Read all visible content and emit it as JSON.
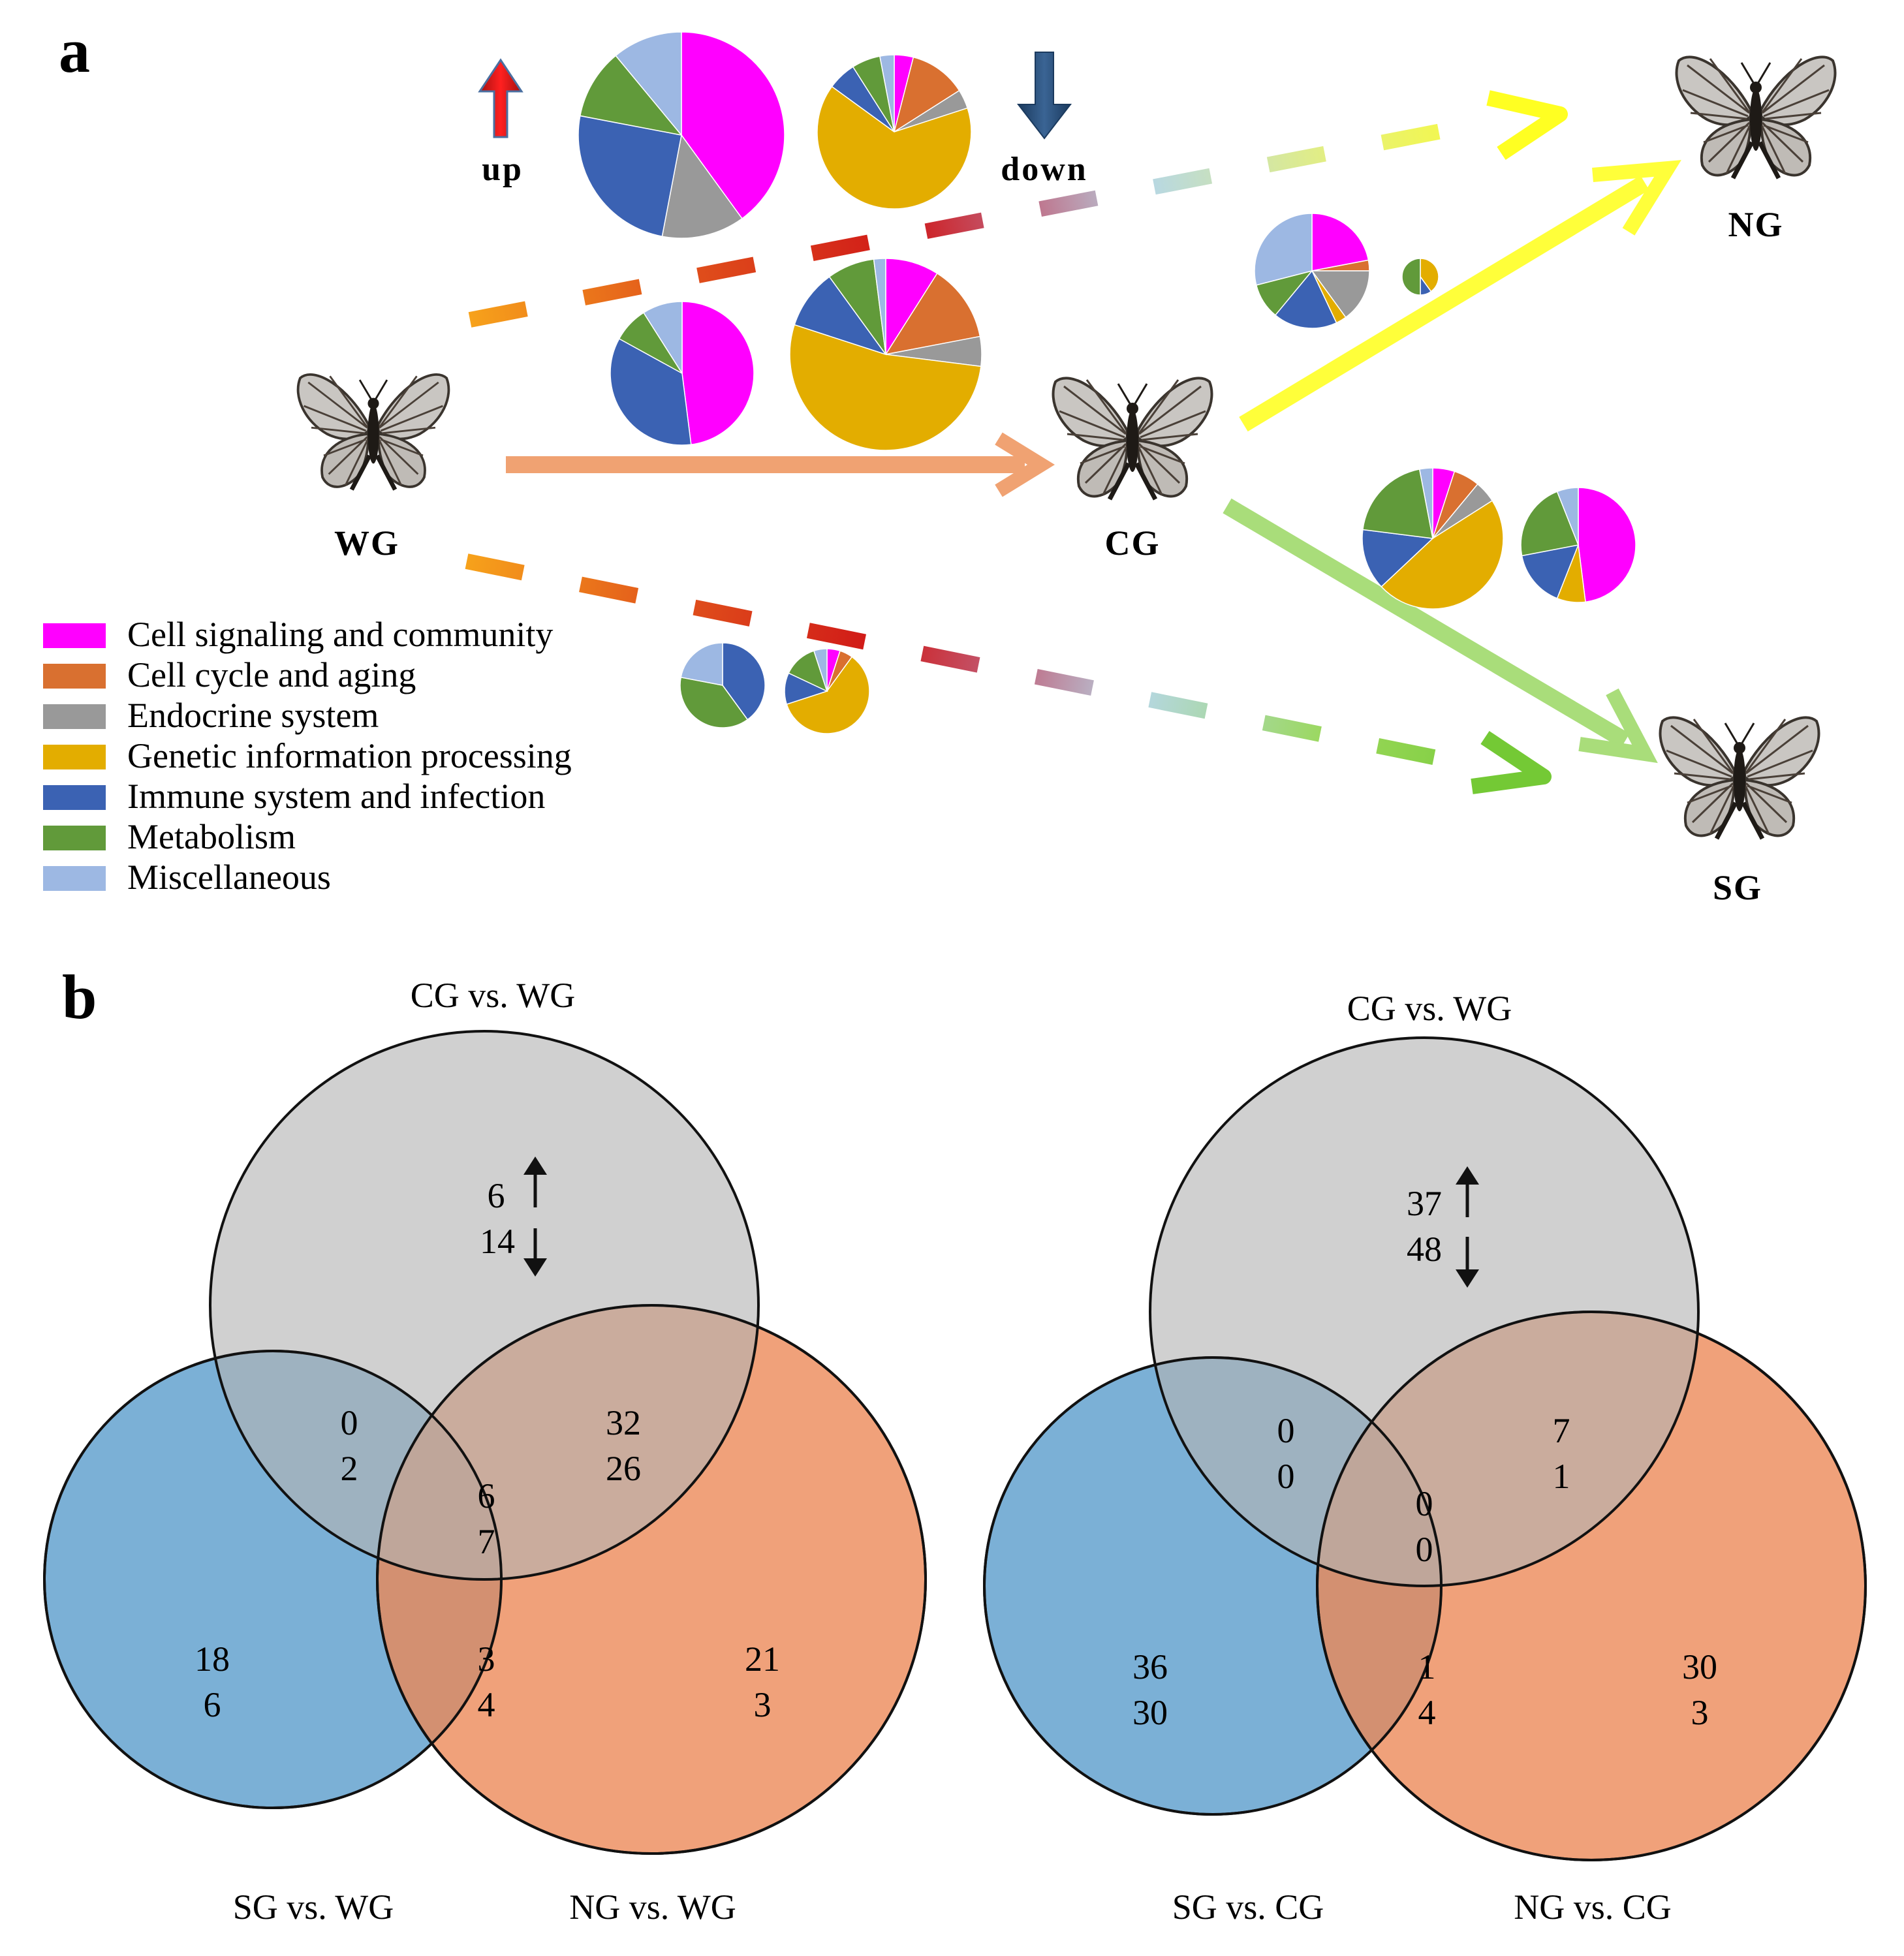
{
  "panel_labels": {
    "a": "a",
    "b": "b"
  },
  "colors": {
    "cell_signaling": "#ff00ff",
    "cell_cycle": "#d97030",
    "endocrine": "#999999",
    "genetic_info": "#e3ad00",
    "immune": "#3b62b3",
    "metabolism": "#619a3a",
    "misc": "#9db8e3",
    "up_arrow": "#e8161b",
    "down_arrow": "#2b4f7c",
    "venn_top": "#b3b3b3",
    "venn_left": "#5a9ccc",
    "venn_right": "#ec8654"
  },
  "groups": {
    "wg": "WG",
    "cg": "CG",
    "ng": "NG",
    "sg": "SG"
  },
  "direction_labels": {
    "up": "up",
    "down": "down"
  },
  "legend": [
    {
      "label": "Cell signaling and community",
      "color": "#ff00ff"
    },
    {
      "label": "Cell cycle and aging",
      "color": "#d97030"
    },
    {
      "label": "Endocrine system",
      "color": "#999999"
    },
    {
      "label": "Genetic information processing",
      "color": "#e3ad00"
    },
    {
      "label": "Immune system and infection",
      "color": "#3b62b3"
    },
    {
      "label": "Metabolism",
      "color": "#619a3a"
    },
    {
      "label": "Miscellaneous",
      "color": "#9db8e3"
    }
  ],
  "pies": [
    {
      "id": "wg-ng-up",
      "fractions": [
        0.4,
        0,
        0.13,
        0,
        0.25,
        0.11,
        0.11
      ]
    },
    {
      "id": "wg-ng-down",
      "fractions": [
        0.04,
        0.12,
        0.04,
        0.65,
        0.06,
        0.06,
        0.03
      ]
    },
    {
      "id": "wg-cg-up",
      "fractions": [
        0.48,
        0,
        0,
        0,
        0.35,
        0.08,
        0.09
      ]
    },
    {
      "id": "wg-cg-down",
      "fractions": [
        0.09,
        0.13,
        0.05,
        0.53,
        0.1,
        0.08,
        0.02
      ]
    },
    {
      "id": "cg-ng-up",
      "fractions": [
        0.22,
        0.03,
        0.15,
        0.03,
        0.18,
        0.1,
        0.29
      ]
    },
    {
      "id": "cg-ng-down",
      "fractions": [
        0,
        0,
        0,
        0.4,
        0.1,
        0.5,
        0
      ]
    },
    {
      "id": "cg-sg-up",
      "fractions": [
        0.05,
        0.06,
        0.05,
        0.47,
        0.14,
        0.2,
        0.03
      ]
    },
    {
      "id": "cg-sg-down",
      "fractions": [
        0.48,
        0,
        0,
        0.08,
        0.16,
        0.22,
        0.06
      ]
    },
    {
      "id": "wg-sg-up",
      "fractions": [
        0,
        0,
        0,
        0,
        0.4,
        0.38,
        0.22
      ]
    },
    {
      "id": "wg-sg-down",
      "fractions": [
        0.05,
        0.05,
        0,
        0.6,
        0.12,
        0.13,
        0.05
      ]
    }
  ],
  "venn_left": {
    "titles": {
      "top": "CG vs. WG",
      "left": "SG vs. WG",
      "right": "NG vs. WG"
    },
    "regions": {
      "top_only": {
        "up": "6",
        "down": "14"
      },
      "top_left": {
        "up": "0",
        "down": "2"
      },
      "top_right": {
        "up": "32",
        "down": "26"
      },
      "center": {
        "up": "6",
        "down": "7"
      },
      "left_only": {
        "up": "18",
        "down": "6"
      },
      "left_right": {
        "up": "3",
        "down": "4"
      },
      "right_only": {
        "up": "21",
        "down": "3"
      }
    }
  },
  "venn_right": {
    "titles": {
      "top": "CG vs. WG",
      "left": "SG vs. CG",
      "right": "NG vs. CG"
    },
    "regions": {
      "top_only": {
        "up": "37",
        "down": "48"
      },
      "top_left": {
        "up": "0",
        "down": "0"
      },
      "top_right": {
        "up": "7",
        "down": "1"
      },
      "center": {
        "up": "0",
        "down": "0"
      },
      "left_only": {
        "up": "36",
        "down": "30"
      },
      "left_right": {
        "up": "1",
        "down": "4"
      },
      "right_only": {
        "up": "30",
        "down": "3"
      }
    }
  }
}
